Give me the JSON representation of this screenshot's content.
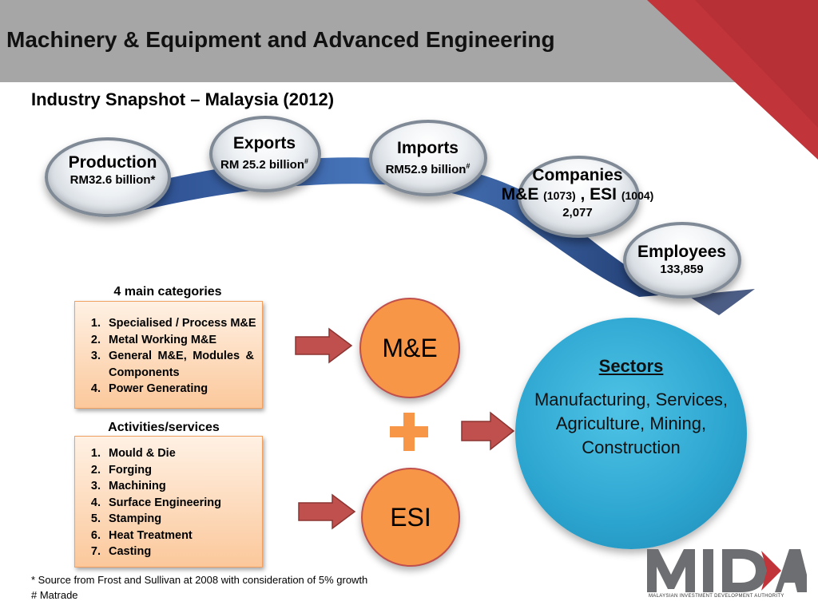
{
  "header": {
    "title": "Machinery & Equipment and Advanced Engineering"
  },
  "subtitle": "Industry Snapshot – Malaysia (2012)",
  "snapshot": {
    "production": {
      "title": "Production",
      "value": "RM32.6  billion*"
    },
    "exports": {
      "title": "Exports",
      "value": "RM 25.2 billion",
      "mark": "#"
    },
    "imports": {
      "title": "Imports",
      "value": "RM52.9  billion",
      "mark": "#"
    },
    "companies": {
      "title": "Companies",
      "me_label": "M&E",
      "me_count": "(1073)",
      "sep": " , ",
      "esi_label": "ESI",
      "esi_count": "(1004)",
      "total": "2,077"
    },
    "employees": {
      "title": "Employees",
      "value": "133,859"
    }
  },
  "categories": {
    "heading": "4 main categories",
    "items": [
      "Specialised / Process M&E",
      "Metal Working M&E",
      "General M&E, Modules & Components",
      "Power Generating"
    ]
  },
  "activities": {
    "heading": "Activities/services",
    "items": [
      "Mould & Die",
      "Forging",
      "Machining",
      "Surface Engineering",
      "Stamping",
      "Heat Treatment",
      "Casting"
    ]
  },
  "circles": {
    "me": "M&E",
    "esi": "ESI"
  },
  "sectors": {
    "title": "Sectors",
    "body": "Manufacturing, Services, Agriculture, Mining, Construction"
  },
  "footnotes": {
    "source": "* Source from Frost and Sullivan at 2008 with consideration of 5% growth",
    "matrade": "# Matrade"
  },
  "logo": {
    "text": "MALAYSIAN INVESTMENT DEVELOPMENT AUTHORITY"
  },
  "colors": {
    "header": "#a6a6a6",
    "accent_red": "#c0392b",
    "orange": "#f79646",
    "sector_blue": "#2ba4cf",
    "arrow_red": "#c0504d"
  },
  "icons": [
    "corner-stripe",
    "flow-ribbon",
    "right-arrow-icon",
    "plus-icon",
    "mida-logo"
  ]
}
